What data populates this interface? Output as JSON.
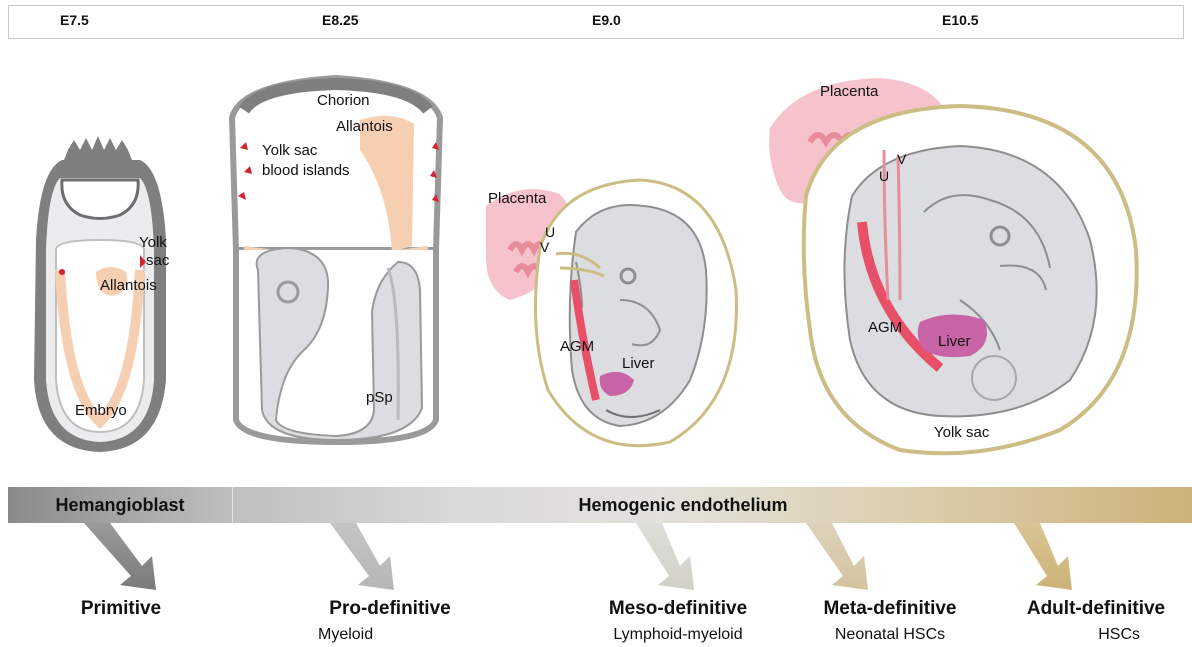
{
  "stages": [
    "E7.5",
    "E8.25",
    "E9.0",
    "E10.5"
  ],
  "labels": {
    "e75": {
      "yolk_sac": [
        "Yolk",
        "sac"
      ],
      "allantois": "Allantois",
      "embryo": "Embryo"
    },
    "e825": {
      "chorion": "Chorion",
      "allantois": "Allantois",
      "blood_islands": [
        "Yolk sac",
        "blood islands"
      ],
      "psp": "pSp"
    },
    "e90": {
      "placenta": "Placenta",
      "u": "U",
      "v": "V",
      "agm": "AGM",
      "liver": "Liver"
    },
    "e105": {
      "placenta": "Placenta",
      "u": "U",
      "v": "V",
      "agm": "AGM",
      "liver": "Liver",
      "yolk_sac": "Yolk sac"
    }
  },
  "band": {
    "left": "Hemangioblast",
    "right": "Hemogenic endothelium"
  },
  "lineages": [
    {
      "name": "Primitive",
      "sub": ""
    },
    {
      "name": "Pro-definitive",
      "sub": "Myeloid"
    },
    {
      "name": "Meso-definitive",
      "sub": "Lymphoid-myeloid"
    },
    {
      "name": "Meta-definitive",
      "sub": "Neonatal HSCs"
    },
    {
      "name": "Adult-definitive",
      "sub": "HSCs"
    }
  ],
  "colors": {
    "tissue_grey": "#dcdde0",
    "outline_grey": "#6e6e70",
    "dark_grey": "#7f7f80",
    "allantois_peach": "#f6cfb3",
    "placenta_pink": "#f6c3cc",
    "placenta_wave": "#e88c9c",
    "vessel_red": "#e8506a",
    "liver_magenta": "#c863a6",
    "yolk_gold": "#cbbd84",
    "blood_island_red": "#d4222e"
  }
}
